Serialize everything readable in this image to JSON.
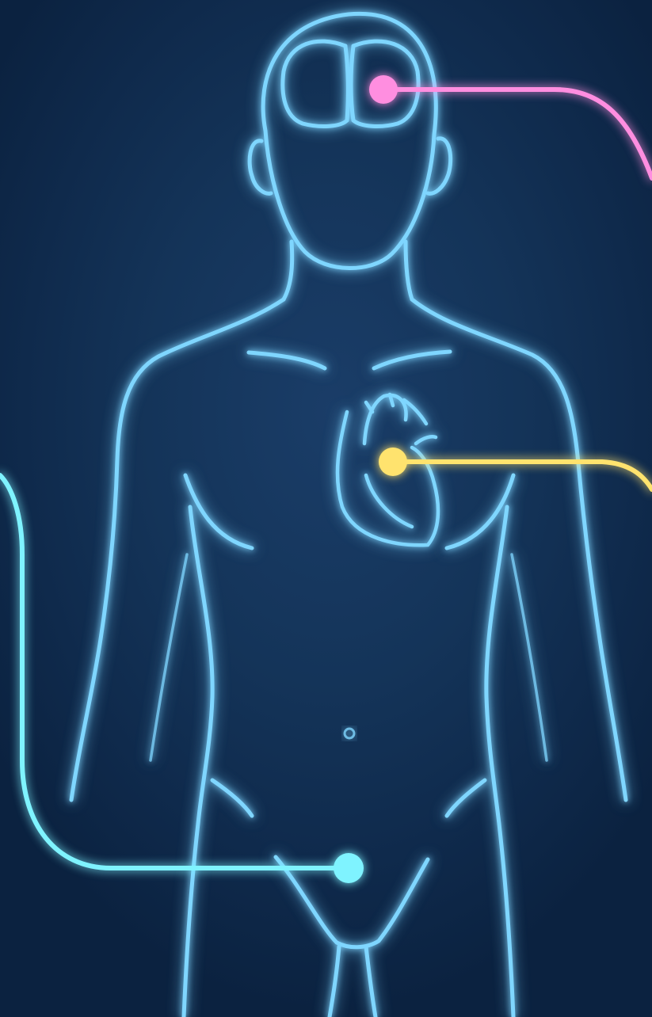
{
  "colors": {
    "background": "#143459",
    "body_outline": "#7fd6ff",
    "brain_marker": "#ff8ee0",
    "heart_marker": "#ffe36e",
    "groin_marker": "#7ff3ff"
  },
  "markers": [
    {
      "name": "brain-marker",
      "target": "brain",
      "color": "#ff8ee0"
    },
    {
      "name": "heart-marker",
      "target": "heart",
      "color": "#ffe36e"
    },
    {
      "name": "groin-marker",
      "target": "groin",
      "color": "#7ff3ff"
    }
  ]
}
